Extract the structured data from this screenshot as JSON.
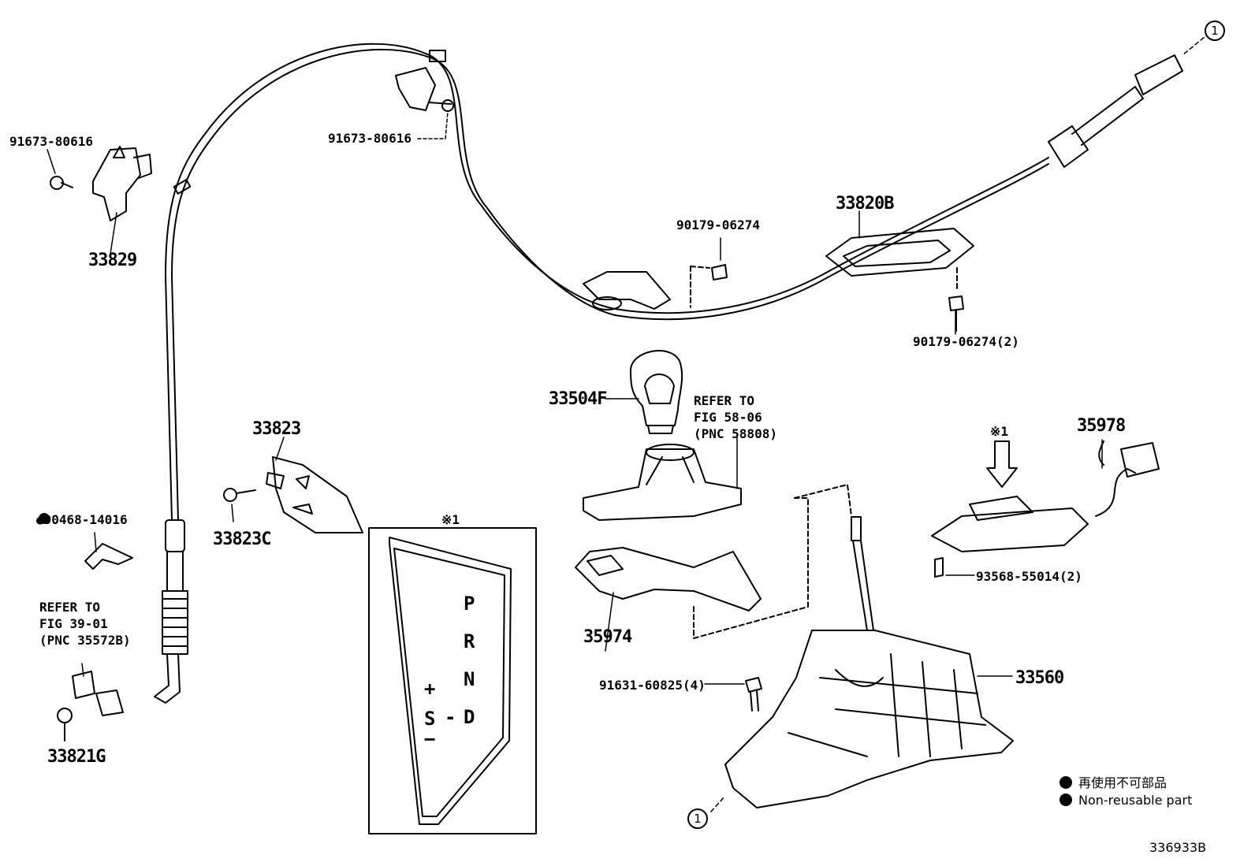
{
  "diagram_code": "336933B",
  "callout_marker": "1",
  "asterisk_note": "※1",
  "parts": {
    "p33829": "33829",
    "p91673_left": "91673-80616",
    "p91673_top": "91673-80616",
    "p90179_top": "90179-06274",
    "p33820B": "33820B",
    "p90179_2": "90179-06274(2)",
    "p33504F": "33504F",
    "p33823": "33823",
    "p33823C": "33823C",
    "p90468": "●90468-14016",
    "p33821G": "33821G",
    "p35974": "35974",
    "p35978": "35978",
    "p93568": "93568-55014(2)",
    "p91631": "91631-60825(4)",
    "p33560": "33560"
  },
  "refs": {
    "ref_58": "REFER TO\nFIG 58-06\n(PNC 58808)",
    "ref_39": "REFER TO\nFIG 39-01\n(PNC 35572B)"
  },
  "gate_letters": {
    "p": "P",
    "r": "R",
    "n": "N",
    "d": "D",
    "s": "S",
    "plus": "+",
    "minus": "−",
    "dash": "-"
  },
  "legend": {
    "jp": "再使用不可部品",
    "en": "Non-reusable part"
  }
}
